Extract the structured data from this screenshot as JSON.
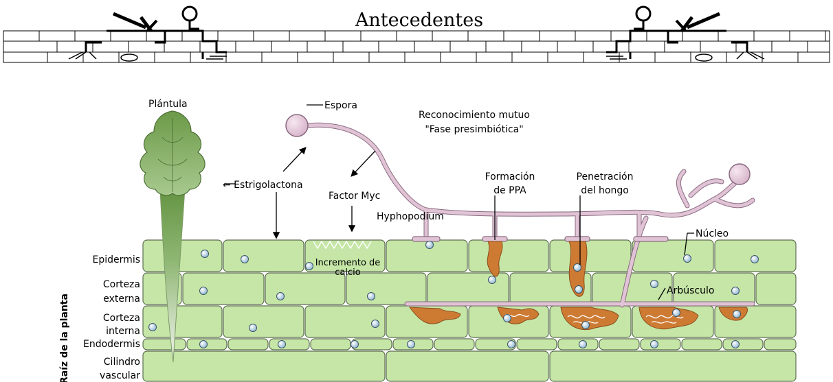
{
  "header": {
    "title": "Antecedentes"
  },
  "labels": {
    "plantula": "Plántula",
    "espora": "Espora",
    "reconocimiento_line1": "Reconocimiento mutuo",
    "reconocimiento_line2": "\"Fase presimbiótica\"",
    "estrigolactona": "← Estrigolactona",
    "factor_myc": "Factor Myc",
    "formacion_line1": "Formación",
    "formacion_line2": "de PPA",
    "penetracion_line1": "Penetración",
    "penetracion_line2": "del hongo",
    "hyphopodium": "Hyphopodium",
    "nucleo": "Núcleo",
    "arbusculo": "Arbúsculo",
    "incremento_line1": "Incremento de",
    "incremento_line2": "calcio"
  },
  "tissues": {
    "side_label": "Raíz de la planta",
    "epidermis": "Epidermis",
    "corteza_externa_1": "Corteza",
    "corteza_externa_2": "externa",
    "corteza_interna_1": "Corteza",
    "corteza_interna_2": "interna",
    "endodermis": "Endodermis",
    "cilindro_1": "Cilindro",
    "cilindro_2": "vascular"
  },
  "colors": {
    "cell_fill": "#c5e6a6",
    "cell_stroke": "#5d6e52",
    "hypha": "#e0c4d6",
    "hypha_outline": "#8a6a80",
    "fungus_orange": "#cd7a33",
    "nucleus": "#b9d6ea",
    "seedling_dark": "#5e8f3c",
    "seedling_light": "#eef3ea"
  }
}
